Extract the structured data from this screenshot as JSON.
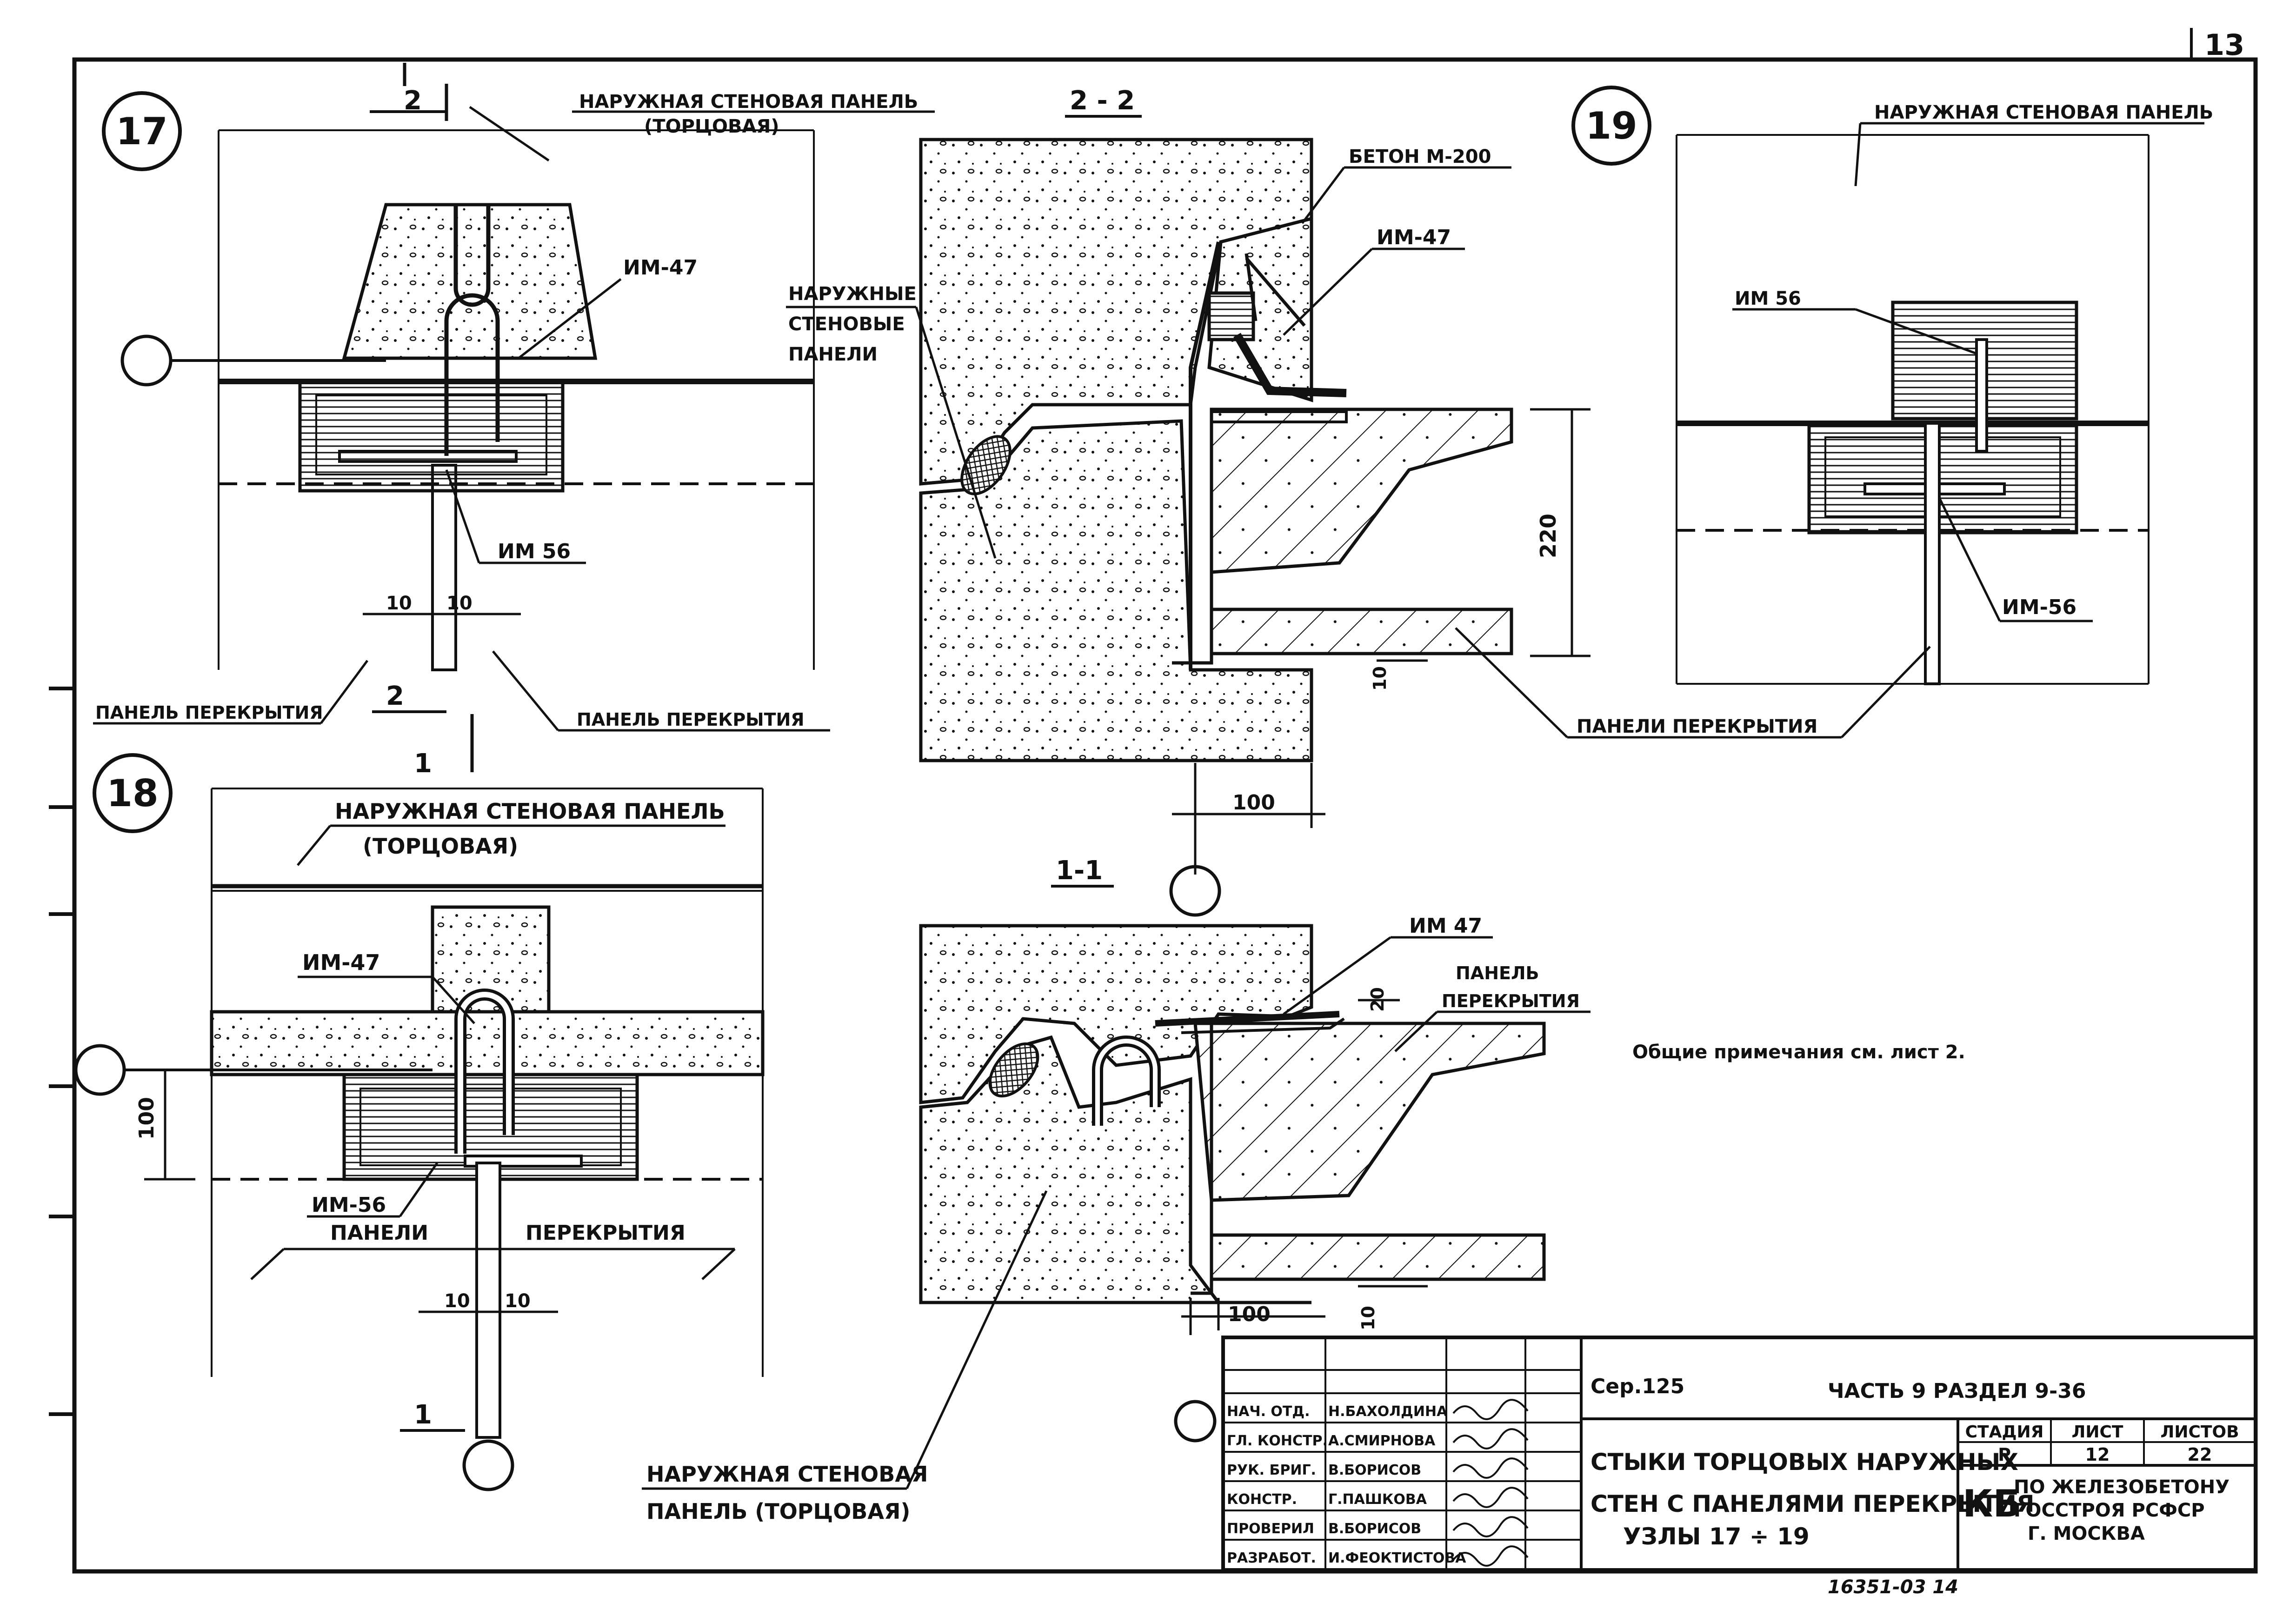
{
  "sheet": {
    "page_number": "13",
    "notes": "Общие примечания см. лист 2.",
    "doc_code": "16351-03  14"
  },
  "node17": {
    "number": "17",
    "section_mark": "2",
    "wall_label_1": "НАРУЖНАЯ СТЕНОВАЯ ПАНЕЛЬ",
    "wall_label_2": "(ТОРЦОВАЯ)",
    "im47": "ИМ-47",
    "im56": "ИМ 56",
    "dim_left": "10",
    "dim_right": "10",
    "slab_left": "ПАНЕЛЬ ПЕРЕКРЫТИЯ",
    "slab_right": "ПАНЕЛЬ ПЕРЕКРЫТИЯ",
    "section_mark_bottom": "2",
    "section_mark_1": "1"
  },
  "section22": {
    "title": "2 - 2",
    "concrete": "БЕТОН М-200",
    "im47": "ИМ-47",
    "walls_1": "НАРУЖНЫЕ",
    "walls_2": "СТЕНОВЫЕ",
    "walls_3": "ПАНЕЛИ",
    "dim_height": "220",
    "dim_10": "10",
    "dim_100": "100"
  },
  "node19": {
    "number": "19",
    "wall_label": "НАРУЖНАЯ СТЕНОВАЯ ПАНЕЛЬ",
    "im56_top": "ИМ 56",
    "im56_bottom": "ИМ-56",
    "slabs": "ПАНЕЛИ ПЕРЕКРЫТИЯ"
  },
  "node18": {
    "number": "18",
    "wall_label_1": "НАРУЖНАЯ СТЕНОВАЯ ПАНЕЛЬ",
    "wall_label_2": "(ТОРЦОВАЯ)",
    "im47": "ИМ-47",
    "im56": "ИМ-56",
    "dim_100": "100",
    "slabs_1": "ПАНЕЛИ",
    "slabs_2": "ПЕРЕКРЫТИЯ",
    "dim_left": "10",
    "dim_right": "10",
    "section_mark": "1"
  },
  "section11": {
    "title": "1-1",
    "im47": "ИМ 47",
    "slab_1": "ПАНЕЛЬ",
    "slab_2": "ПЕРЕКРЫТИЯ",
    "dim_20": "20",
    "dim_100": "100",
    "dim_10": "10",
    "wall_1": "НАРУЖНАЯ СТЕНОВАЯ",
    "wall_2": "ПАНЕЛЬ (ТОРЦОВАЯ)"
  },
  "title_block": {
    "series": "Сер.125",
    "part": "ЧАСТЬ 9  РАЗДЕЛ 9-36",
    "title_1": "СТЫКИ ТОРЦОВЫХ НАРУЖНЫХ",
    "title_2": "СТЕН С ПАНЕЛЯМИ ПЕРЕКРЫТИЯ",
    "title_3": "УЗЛЫ 17 ÷ 19",
    "stage_head": "СТАДИЯ",
    "sheet_head": "ЛИСТ",
    "sheets_head": "ЛИСТОВ",
    "stage": "Р",
    "sheet": "12",
    "sheets": "22",
    "org_logo": "КБ",
    "org_1": "ПО ЖЕЛЕЗОБЕТОНУ",
    "org_2": "ГОССТРОЯ РСФСР",
    "org_3": "Г. МОСКВА",
    "staff": [
      {
        "role": "НАЧ. ОТД.",
        "name": "Н.БАХОЛДИНА"
      },
      {
        "role": "ГЛ. КОНСТР.",
        "name": "А.СМИРНОВА"
      },
      {
        "role": "РУК. БРИГ.",
        "name": "В.БОРИСОВ"
      },
      {
        "role": "КОНСТР.",
        "name": "Г.ПАШКОВА"
      },
      {
        "role": "ПРОВЕРИЛ",
        "name": "В.БОРИСОВ"
      },
      {
        "role": "РАЗРАБОТ.",
        "name": "И.ФЕОКТИСТОВА"
      }
    ]
  }
}
